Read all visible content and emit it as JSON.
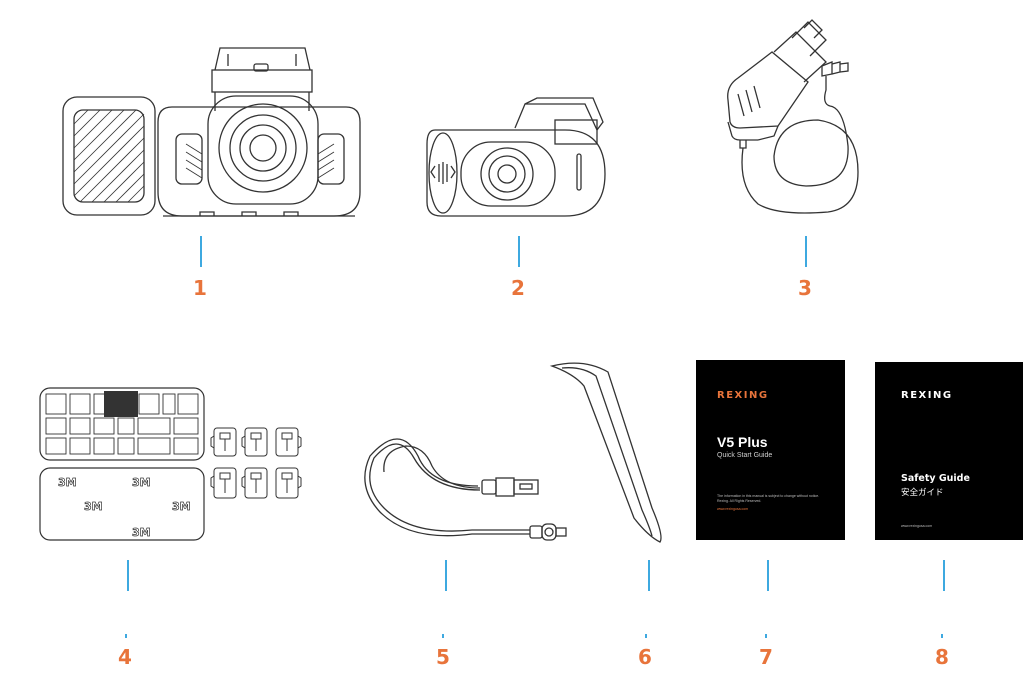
{
  "items": [
    {
      "number": "1",
      "icon": "dash-cam-front-with-mount-icon"
    },
    {
      "number": "2",
      "icon": "rear-camera-icon"
    },
    {
      "number": "3",
      "icon": "car-charger-cable-icon"
    },
    {
      "number": "4",
      "icon": "adhesive-mount-pads-and-clips-icon"
    },
    {
      "number": "5",
      "icon": "usb-cable-icon"
    },
    {
      "number": "6",
      "icon": "pry-tool-icon"
    },
    {
      "number": "7",
      "icon": "quick-start-guide-booklet-icon"
    },
    {
      "number": "8",
      "icon": "safety-guide-booklet-icon"
    }
  ],
  "pads": {
    "label": "3M"
  },
  "quick_start_guide": {
    "brand": "REXING",
    "title": "V5 Plus",
    "subtitle": "Quick Start Guide",
    "fine_print": "The information in this manual is subject to change without notice. Rexing. All Rights Reserved.",
    "url": "www.rexingusa.com"
  },
  "safety_guide": {
    "brand": "REXING",
    "title": "Safety Guide",
    "title_jp": "安全ガイド",
    "url": "www.rexingusa.com"
  },
  "colors": {
    "leader": "#3ea9e0",
    "number": "#e8743b",
    "booklet": "#000000",
    "accent": "#e8743b"
  }
}
